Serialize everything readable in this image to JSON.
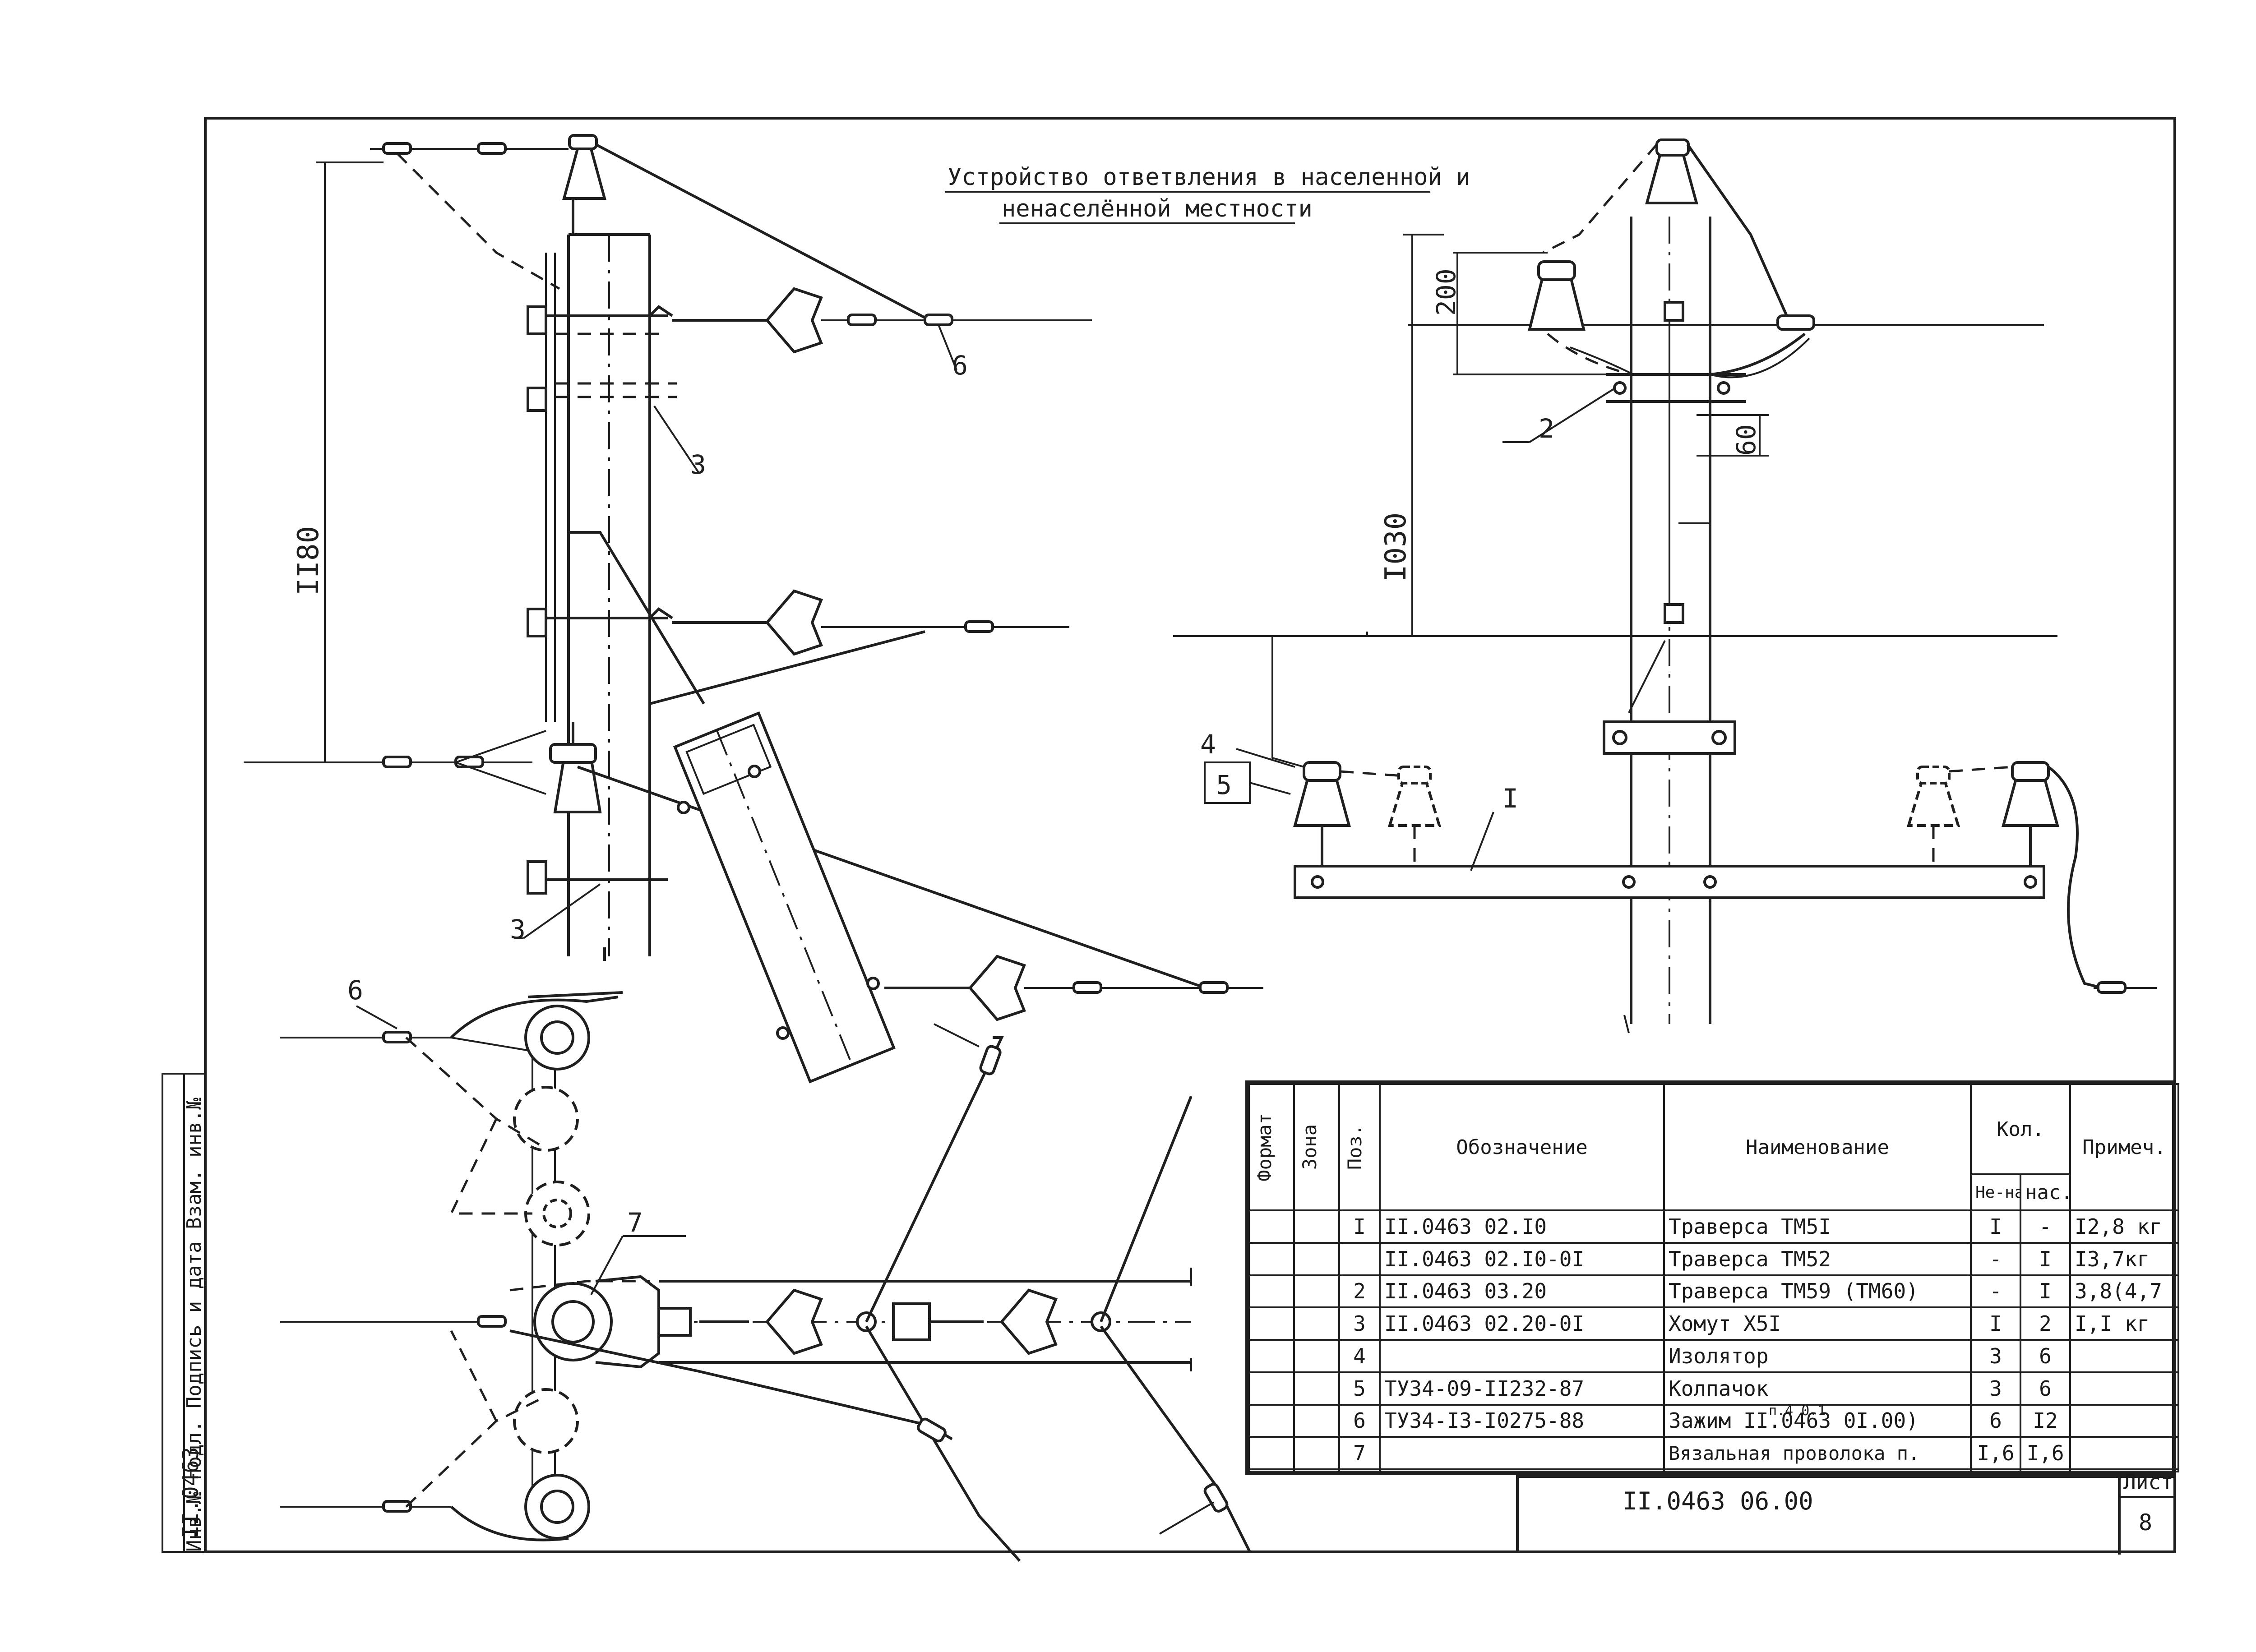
{
  "title": {
    "line1": "Устройство ответвления в населенной и",
    "line2": "ненаселённой местности"
  },
  "dimensions": {
    "left_height": "II80",
    "right_height": "I030",
    "right_top": "200",
    "right_small": "60"
  },
  "callouts": {
    "left_top_6": "6",
    "left_clamp_3_top": "3",
    "left_clamp_3_bottom": "3",
    "plan_6": "6",
    "plan_7": "7",
    "right_2": "2",
    "right_1": "I",
    "right_4": "4",
    "right_5": "5"
  },
  "bom": {
    "headers": {
      "format": "Формат",
      "zone": "Зона",
      "pos": "Поз.",
      "designation": "Обозначение",
      "name": "Наименование",
      "qty": "Кол.",
      "qty_nonpop": "Не-нас.",
      "qty_pop": "нас.",
      "note": "Примеч."
    },
    "rows": [
      {
        "pos": "I",
        "designation": "II.0463 02.I0",
        "name": "Траверса ТМ5I",
        "q1": "I",
        "q2": "-",
        "note": "I2,8 кг"
      },
      {
        "pos": "",
        "designation": "II.0463 02.I0-0I",
        "name": "Траверса ТМ52",
        "q1": "-",
        "q2": "I",
        "note": "I3,7кг"
      },
      {
        "pos": "2",
        "designation": "II.0463 03.20",
        "name": "Траверса ТМ59 (ТМ60)",
        "q1": "-",
        "q2": "I",
        "note": "3,8(4,7"
      },
      {
        "pos": "3",
        "designation": "II.0463 02.20-0I",
        "name": "Хомут Х5I",
        "q1": "I",
        "q2": "2",
        "note": "I,I кг"
      },
      {
        "pos": "4",
        "designation": "",
        "name": "Изолятор",
        "q1": "3",
        "q2": "6",
        "note": ""
      },
      {
        "pos": "5",
        "designation": "ТУ34-09-II232-87",
        "name": "Колпачок",
        "q1": "3",
        "q2": "6",
        "note": ""
      },
      {
        "pos": "6",
        "designation": "ТУ34-I3-I0275-88",
        "name": "Зажим II.0463 0I.00)",
        "q1": "6",
        "q2": "I2",
        "note": ""
      },
      {
        "pos": "7",
        "designation": "",
        "name": "Вязальная проволока п.",
        "q1": "I,6",
        "q2": "I,6",
        "note": ""
      },
      {
        "pos": "",
        "designation": "",
        "name": "",
        "q1": "",
        "q2": "",
        "note": ""
      }
    ],
    "zazhim_note": "п.4 0.1"
  },
  "stamp": {
    "code": "II.0463 06.00",
    "sheet_label": "Лист",
    "sheet_number": "8"
  },
  "sidebar": {
    "code": "II.0463",
    "text": "Инв.№ подл.  Подпись и дата  Взам. инв.№"
  }
}
